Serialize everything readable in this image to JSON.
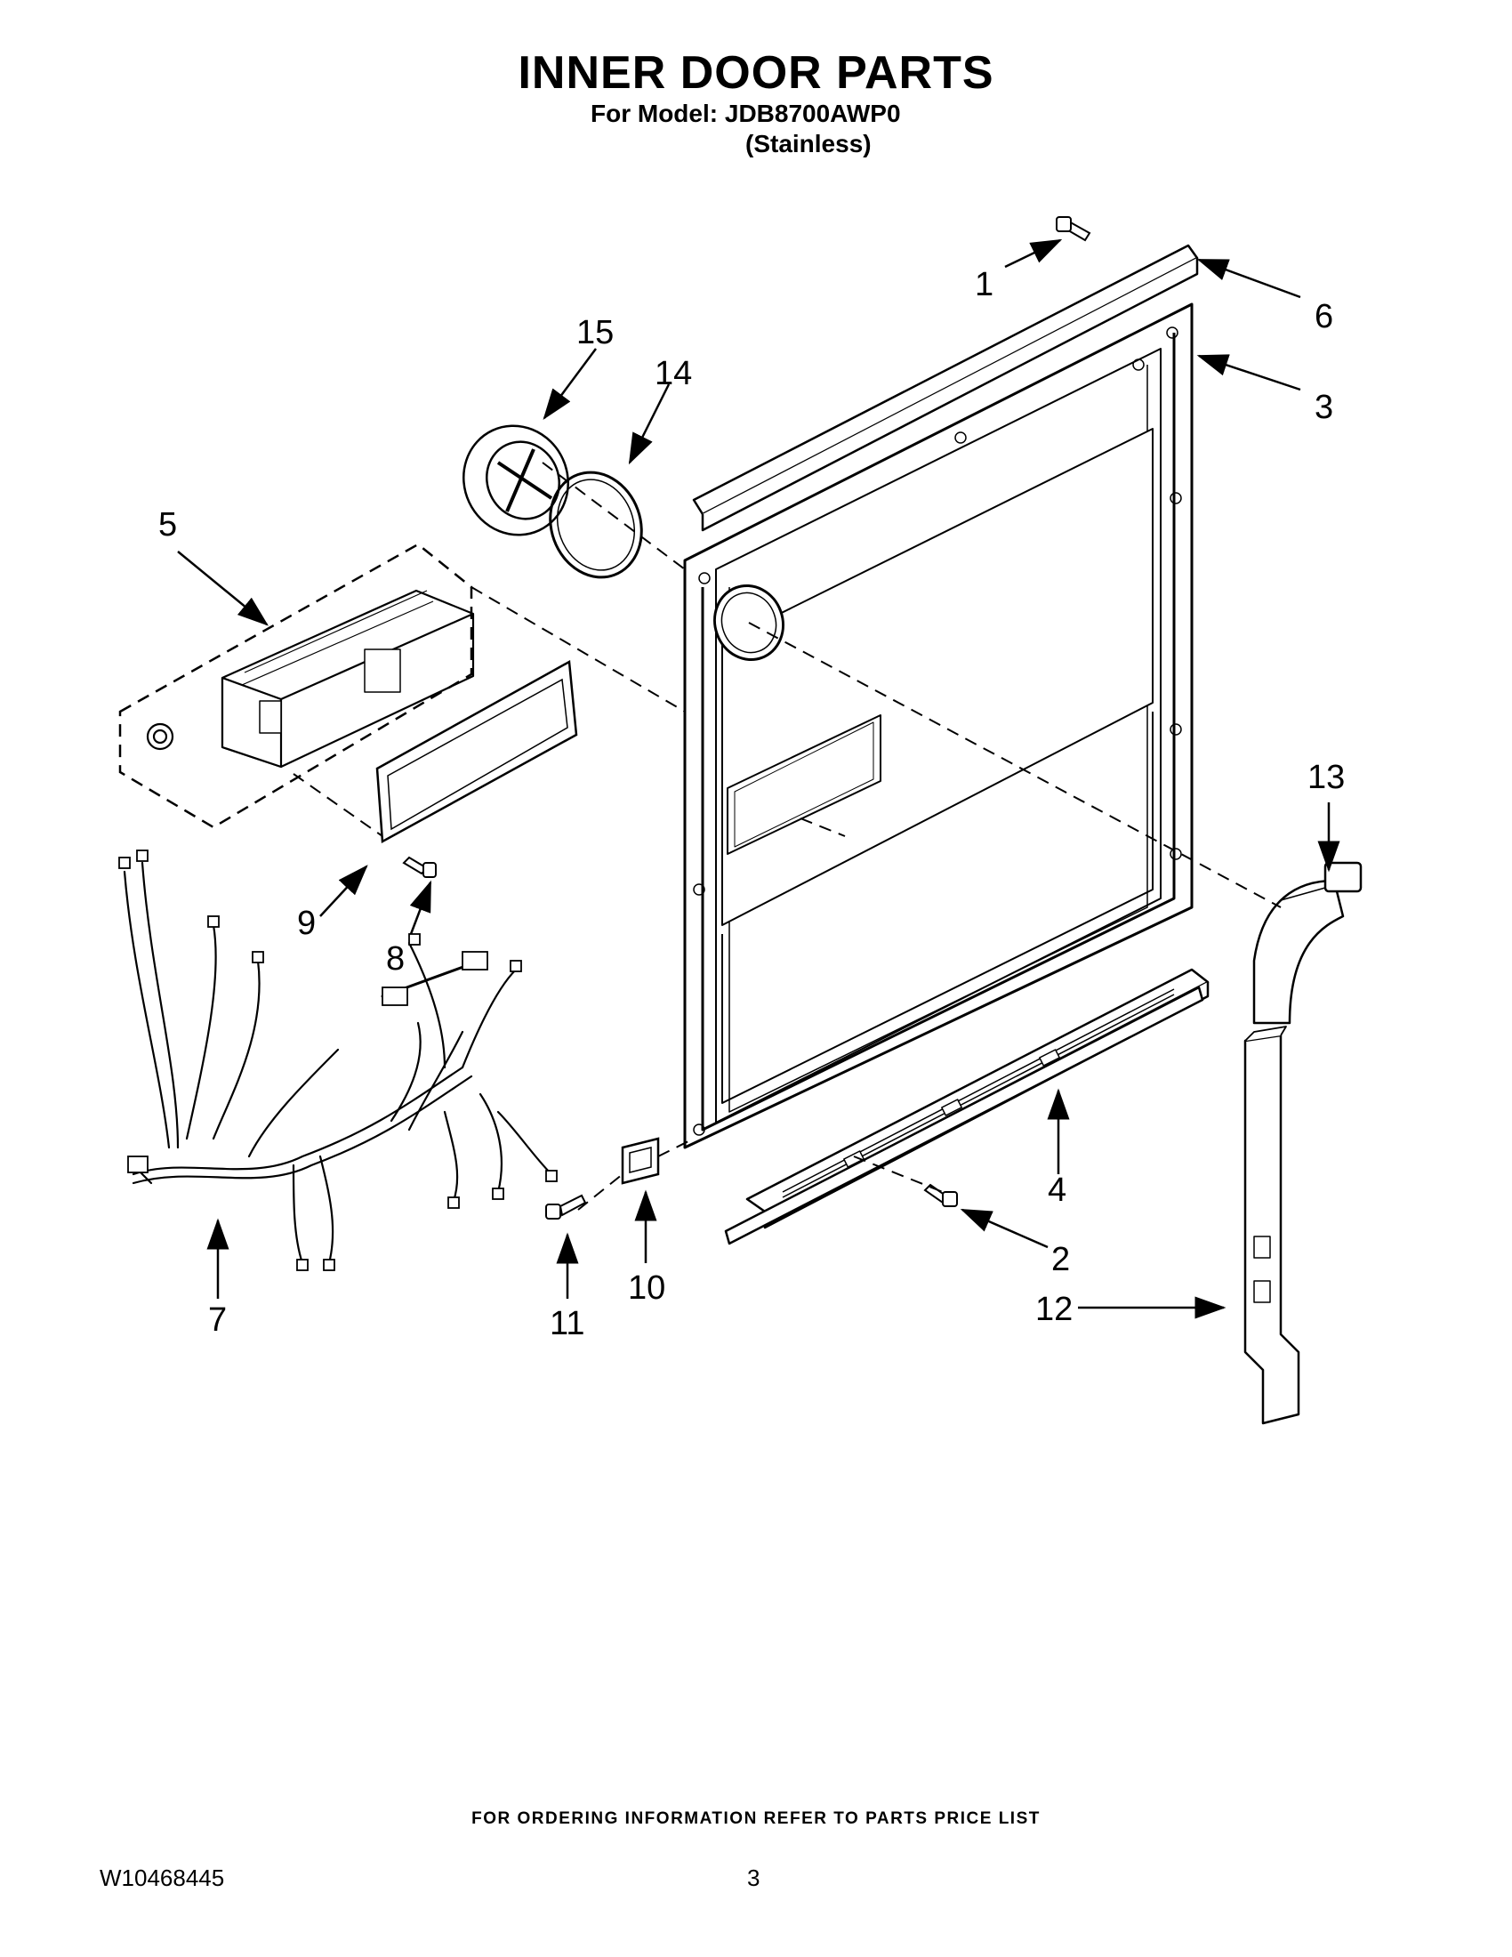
{
  "header": {
    "title": "INNER DOOR PARTS",
    "model_line": "For Model: JDB8700AWP0",
    "finish_line": "(Stainless)"
  },
  "callouts": [
    "1",
    "2",
    "3",
    "4",
    "5",
    "6",
    "7",
    "8",
    "9",
    "10",
    "11",
    "12",
    "13",
    "14",
    "15"
  ],
  "footer": {
    "ordering_note": "FOR ORDERING INFORMATION REFER TO PARTS PRICE LIST",
    "document_number": "W10468445",
    "page_number": "3"
  }
}
